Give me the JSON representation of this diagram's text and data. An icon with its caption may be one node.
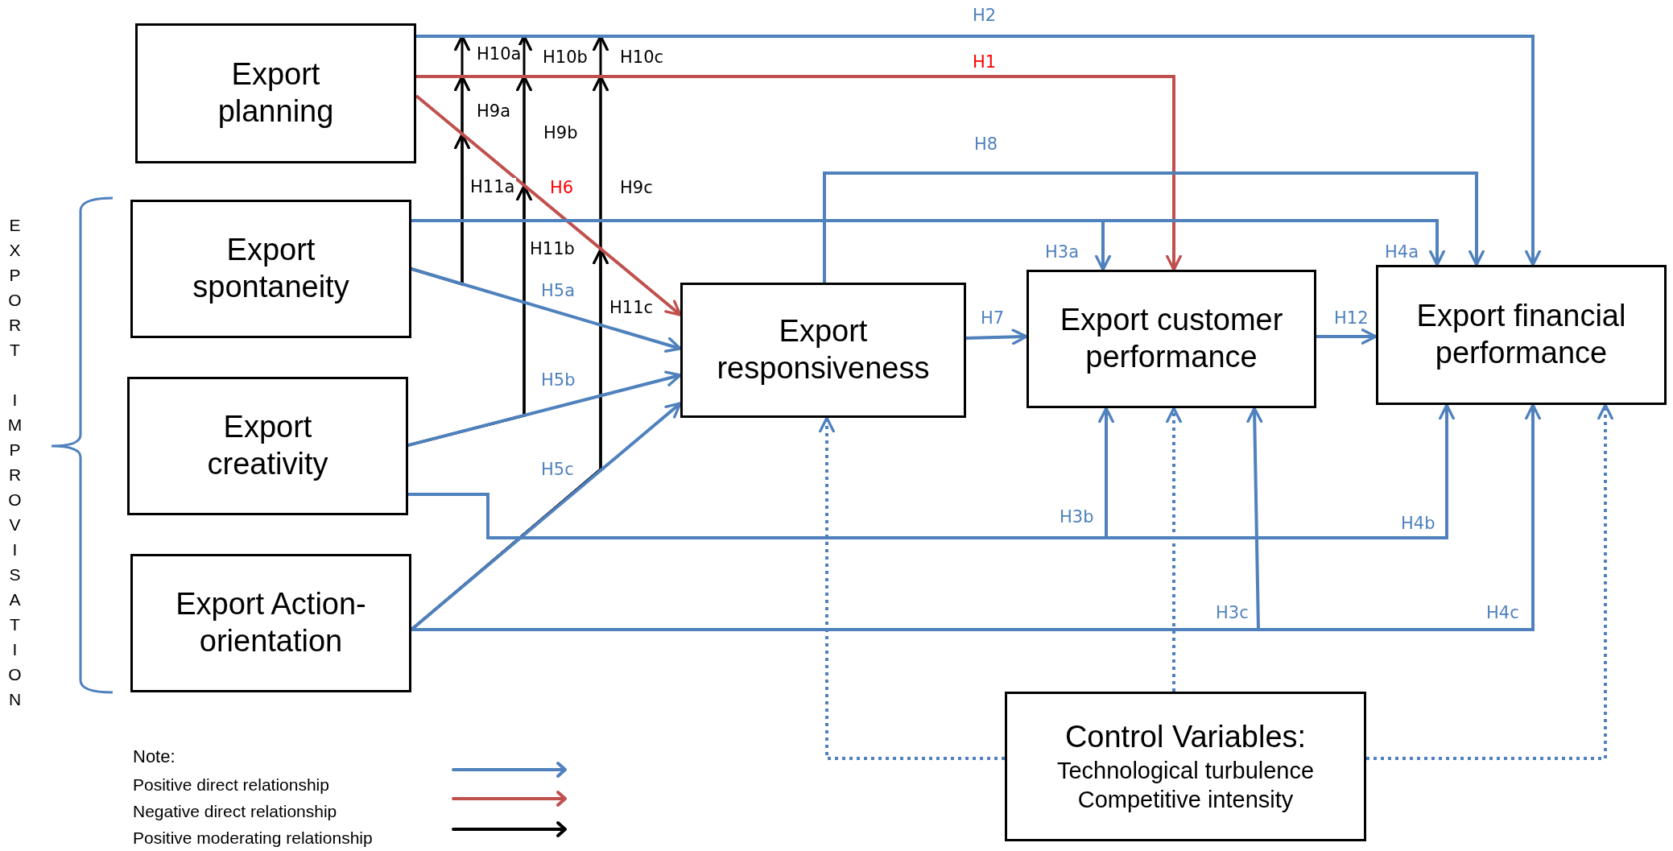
{
  "diagram": {
    "nodes": [
      {
        "text": [
          "Export planning"
        ]
      },
      {
        "text": [
          "Export spontaneity"
        ]
      },
      {
        "text": [
          "Export creativity"
        ]
      },
      {
        "text": [
          "Export Action-orientation"
        ]
      },
      {
        "text": [
          "Export responsiveness"
        ]
      },
      {
        "text": [
          "Export customer performance"
        ]
      },
      {
        "text": [
          "Export financial performance"
        ]
      },
      {
        "text": [
          "Control Variables:",
          "Technological turbulence",
          "Competitive intensity"
        ]
      }
    ],
    "edges": [
      {
        "from": 0,
        "to": 6,
        "arrow": "to",
        "label": "H2"
      },
      {
        "from": 0,
        "to": 5,
        "arrow": "to",
        "label": "H1",
        "color": "#c0504d"
      },
      {
        "from": 0,
        "to": 4,
        "arrow": "to",
        "label": "H6",
        "color": "#c0504d"
      },
      {
        "from": 4,
        "to": 6,
        "arrow": "to",
        "label": "H8"
      },
      {
        "from": 1,
        "to": 5,
        "arrow": "to",
        "label": "H3a"
      },
      {
        "from": 1,
        "to": 6,
        "arrow": "to",
        "label": "H4a"
      },
      {
        "from": 1,
        "to": 4,
        "arrow": "to",
        "label": "H5a"
      },
      {
        "from": 2,
        "to": 4,
        "arrow": "to",
        "label": "H5b"
      },
      {
        "from": 3,
        "to": 4,
        "arrow": "to",
        "label": "H5c"
      },
      {
        "from": 2,
        "to": 5,
        "arrow": "to",
        "label": "H3b"
      },
      {
        "from": 2,
        "to": 6,
        "arrow": "to",
        "label": "H4b"
      },
      {
        "from": 3,
        "to": 5,
        "arrow": "to",
        "label": "H3c"
      },
      {
        "from": 3,
        "to": 6,
        "arrow": "to",
        "label": "H4c"
      },
      {
        "from": 4,
        "to": 5,
        "arrow": "to",
        "label": "H7"
      },
      {
        "from": 5,
        "to": 6,
        "arrow": "to",
        "label": "H12"
      },
      {
        "from": 7,
        "to": 5,
        "arrow": "to",
        "style": "dashed"
      },
      {
        "from": 7,
        "to": 4,
        "arrow": "to",
        "style": "dashed"
      },
      {
        "from": 7,
        "to": 6,
        "arrow": "to",
        "style": "dashed"
      },
      {
        "from": 1,
        "to": null,
        "arrow": "to",
        "label": "H10a",
        "color": "#000000"
      },
      {
        "from": 1,
        "to": null,
        "arrow": "to",
        "label": "H9a",
        "color": "#000000"
      },
      {
        "from": 1,
        "to": null,
        "arrow": "to",
        "label": "H11a",
        "color": "#000000"
      },
      {
        "from": 2,
        "to": null,
        "arrow": "to",
        "label": "H10b",
        "color": "#000000"
      },
      {
        "from": 2,
        "to": null,
        "arrow": "to",
        "label": "H9b",
        "color": "#000000"
      },
      {
        "from": 2,
        "to": null,
        "arrow": "to",
        "label": "H11b",
        "color": "#000000"
      },
      {
        "from": 3,
        "to": null,
        "arrow": "to",
        "label": "H10c",
        "color": "#000000"
      },
      {
        "from": 3,
        "to": null,
        "arrow": "to",
        "label": "H9c",
        "color": "#000000"
      },
      {
        "from": 3,
        "to": null,
        "arrow": "to",
        "label": "H11c",
        "color": "#000000"
      }
    ],
    "labels": [
      "EXPORT IMPROVISATION",
      "Note:"
    ],
    "legend": [
      {
        "text": "Positive direct relationship",
        "color": "#4f81bd"
      },
      {
        "text": "Negative direct relationship",
        "color": "#c0504d"
      },
      {
        "text": "Positive moderating relationship",
        "color": "#000000"
      }
    ]
  }
}
